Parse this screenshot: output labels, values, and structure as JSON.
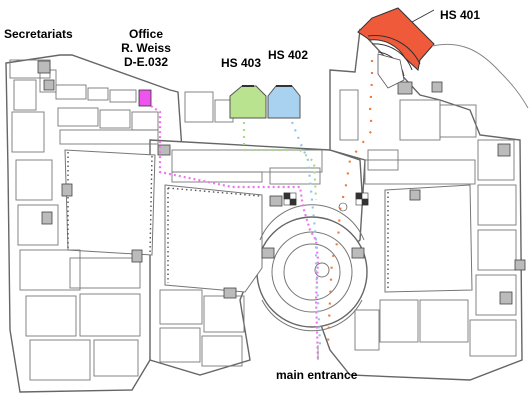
{
  "labels": {
    "secretariats": "Secretariats",
    "office_line1": "Office",
    "office_line2": "R. Weiss",
    "office_line3": "D-E.032",
    "hs403": "HS 403",
    "hs402": "HS 402",
    "hs401": "HS 401",
    "main_entrance": "main entrance"
  },
  "colors": {
    "wall": "#777777",
    "floor": "#ffffff",
    "hs401": "#ef5a3a",
    "hs402": "#a8d2ef",
    "hs403": "#b9e38e",
    "office": "#ee55ee",
    "route_office": "#ee77ee",
    "route_hs401": "#ef7a3a",
    "route_hs402": "#8ec6ee",
    "route_hs403": "#a8dd88"
  }
}
